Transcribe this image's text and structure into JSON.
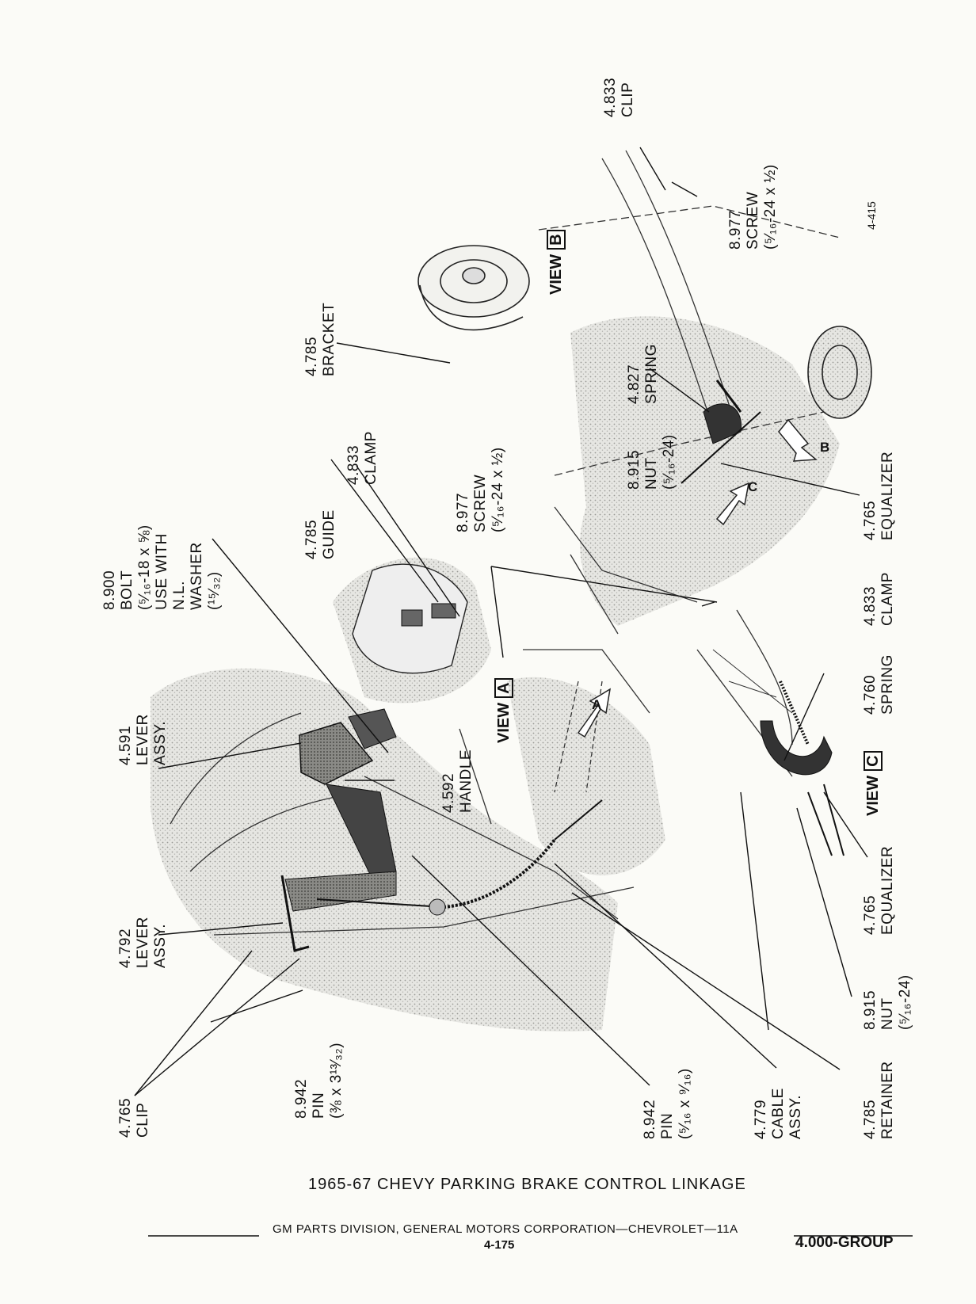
{
  "caption": "1965-67 CHEVY PARKING BRAKE CONTROL LINKAGE",
  "footer": {
    "publisher": "GM PARTS DIVISION, GENERAL MOTORS CORPORATION—CHEVROLET—11A",
    "page": "4-175",
    "group": "4.000-GROUP"
  },
  "figure_id": "4-415",
  "views": {
    "a": {
      "label": "VIEW",
      "letter": "A"
    },
    "b": {
      "label": "VIEW",
      "letter": "B"
    },
    "c": {
      "label": "VIEW",
      "letter": "C"
    }
  },
  "arrows": {
    "a": "A",
    "b": "B",
    "c": "C"
  },
  "callouts": [
    {
      "id": "clip-4765",
      "lines": [
        "4.765",
        "CLIP"
      ]
    },
    {
      "id": "pin-8942-a",
      "lines": [
        "8.942",
        "PIN",
        "(⅜ x 3¹³⁄₃₂)"
      ]
    },
    {
      "id": "lever-4792",
      "lines": [
        "4.792",
        "LEVER",
        "ASSY."
      ]
    },
    {
      "id": "lever-4591",
      "lines": [
        "4.591",
        "LEVER",
        "ASSY."
      ]
    },
    {
      "id": "handle-4592",
      "lines": [
        "4.592",
        "HANDLE"
      ]
    },
    {
      "id": "bolt-8900",
      "lines": [
        "8.900",
        "BOLT",
        "(⁵⁄₁₆-18 x ⅝)",
        "USE WITH",
        "N.L.",
        "WASHER",
        "(¹⁵⁄₃₂)"
      ]
    },
    {
      "id": "guide-4785",
      "lines": [
        "4.785",
        "GUIDE"
      ]
    },
    {
      "id": "clamp-4833-a",
      "lines": [
        "4.833",
        "CLAMP"
      ]
    },
    {
      "id": "screw-8977-a",
      "lines": [
        "8.977",
        "SCREW",
        "(⁵⁄₁₆-24 x ½)"
      ]
    },
    {
      "id": "bracket-4785",
      "lines": [
        "4.785",
        "BRACKET"
      ]
    },
    {
      "id": "nut-8915-a",
      "lines": [
        "8.915",
        "NUT",
        "(⁵⁄₁₆-24)"
      ]
    },
    {
      "id": "spring-4827",
      "lines": [
        "4.827",
        "SPRING"
      ]
    },
    {
      "id": "clip-4833-b",
      "lines": [
        "4.833",
        "CLIP"
      ]
    },
    {
      "id": "screw-8977-b",
      "lines": [
        "8.977",
        "SCREW",
        "(⁵⁄₁₆-24 x ½)"
      ]
    },
    {
      "id": "clamp-4833-b",
      "lines": [
        "4.833",
        "CLAMP"
      ]
    },
    {
      "id": "equalizer-4765-a",
      "lines": [
        "4.765",
        "EQUALIZER"
      ]
    },
    {
      "id": "spring-4760",
      "lines": [
        "4.760",
        "SPRING"
      ]
    },
    {
      "id": "equalizer-4765-b",
      "lines": [
        "4.765",
        "EQUALIZER"
      ]
    },
    {
      "id": "nut-8915-b",
      "lines": [
        "8.915",
        "NUT",
        "(⁵⁄₁₆-24)"
      ]
    },
    {
      "id": "pin-8942-b",
      "lines": [
        "8.942",
        "PIN",
        "(⁵⁄₁₆ x ⁹⁄₁₆)"
      ]
    },
    {
      "id": "cable-4779",
      "lines": [
        "4.779",
        "CABLE",
        "ASSY."
      ]
    },
    {
      "id": "retainer-4785",
      "lines": [
        "4.785",
        "RETAINER"
      ]
    }
  ]
}
